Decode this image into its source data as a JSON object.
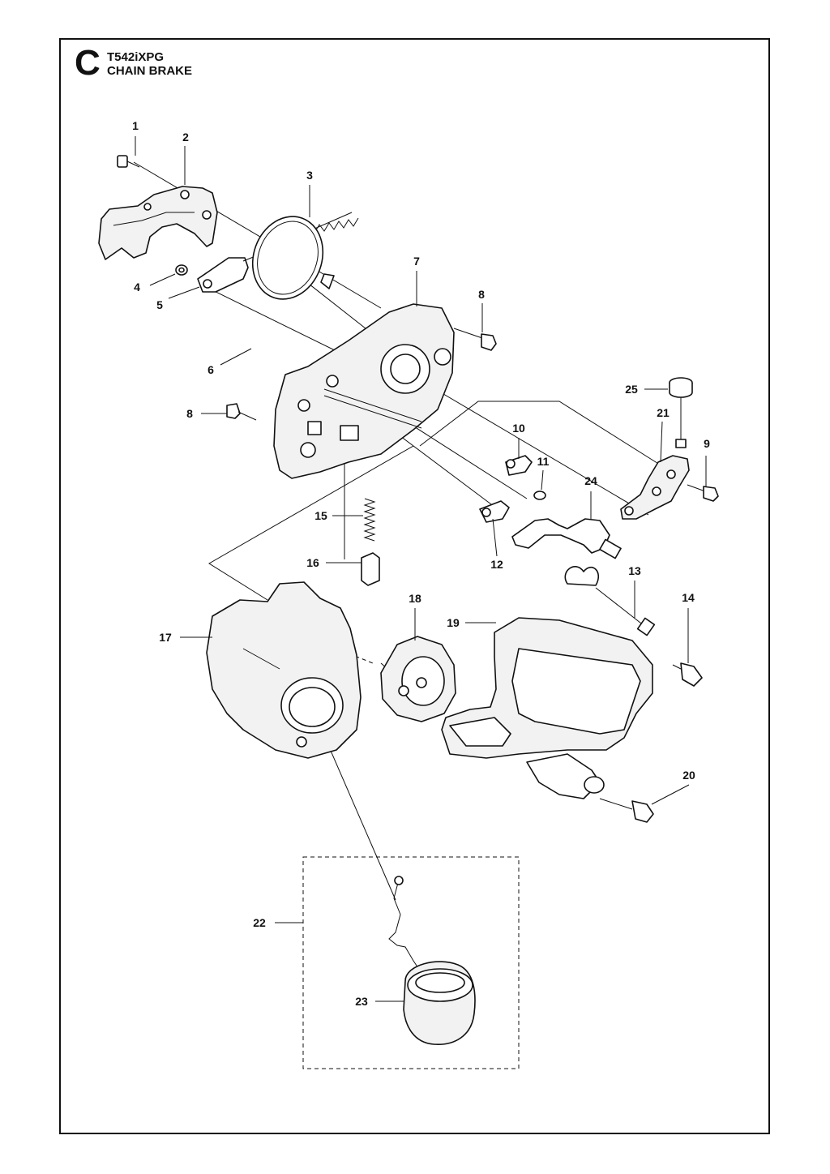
{
  "header": {
    "section_letter": "C",
    "model": "T542iXPG",
    "title": "CHAIN BRAKE"
  },
  "callouts": [
    "1",
    "2",
    "3",
    "4",
    "5",
    "6",
    "7",
    "8",
    "8",
    "9",
    "10",
    "11",
    "12",
    "13",
    "14",
    "15",
    "16",
    "17",
    "18",
    "19",
    "20",
    "21",
    "22",
    "23",
    "24",
    "25"
  ]
}
